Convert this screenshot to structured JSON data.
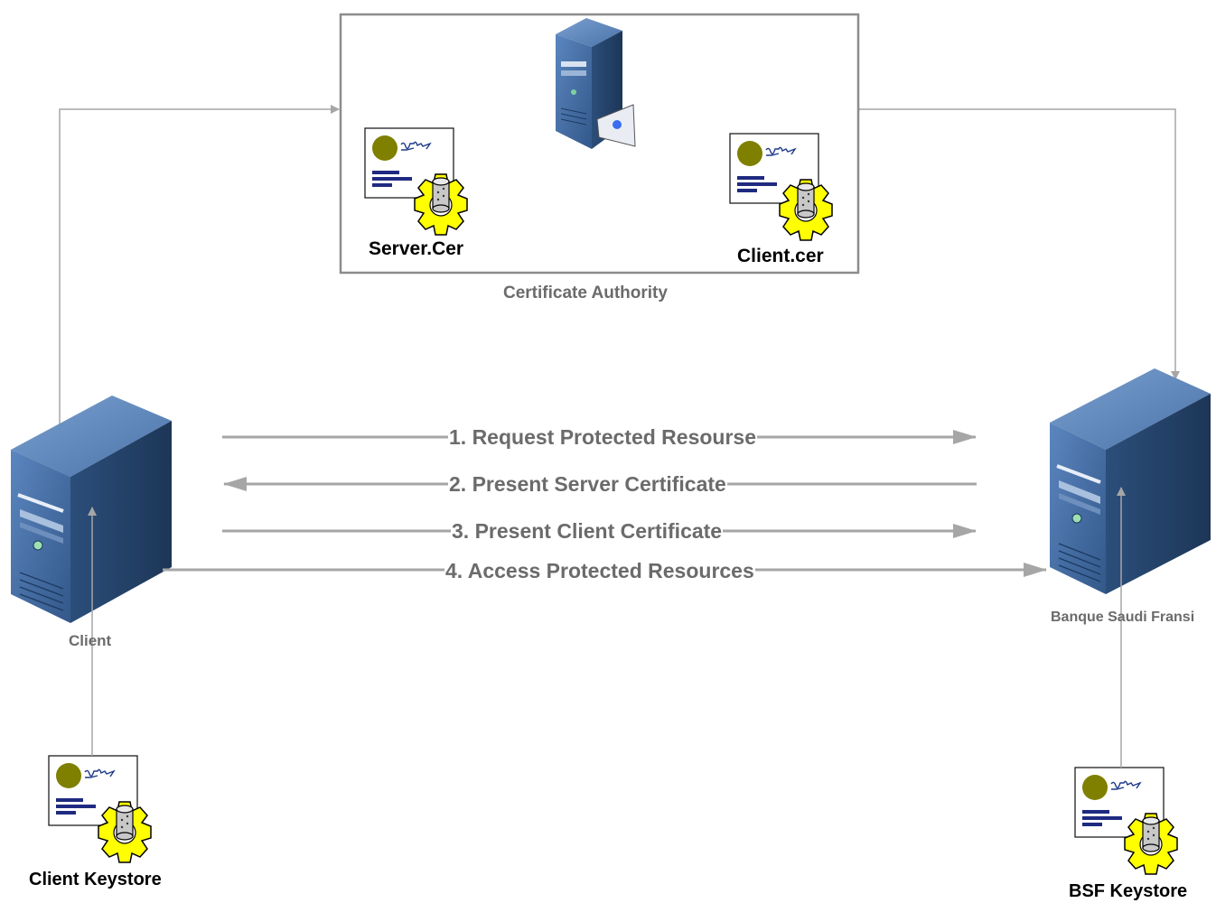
{
  "certificate_authority": {
    "label": "Certificate Authority",
    "server_cert_label": "Server.Cer",
    "client_cert_label": "Client.cer"
  },
  "client": {
    "label": "Client"
  },
  "bsf": {
    "label": "Banque Saudi Fransi"
  },
  "keystores": {
    "client": "Client Keystore",
    "bsf": "BSF Keystore"
  },
  "messages": [
    "1. Request Protected Resourse",
    "2. Present Server Certificate",
    "3. Present Client Certificate",
    "4. Access Protected Resources"
  ],
  "colors": {
    "line": "#a6a6a6",
    "server_front": "#3d6aa0",
    "server_side": "#2a4d78",
    "seal": "#808000",
    "gear": "#ffff00"
  }
}
